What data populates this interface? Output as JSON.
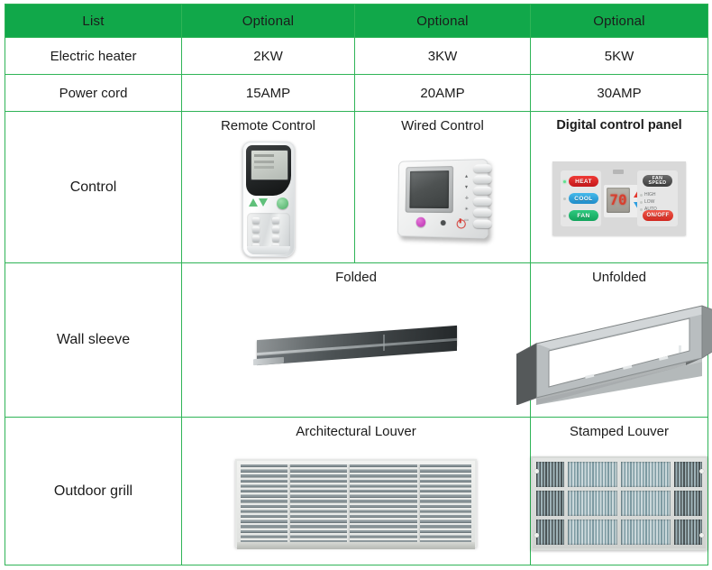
{
  "table": {
    "headers": [
      "List",
      "Optional",
      "Optional",
      "Optional"
    ],
    "rows": [
      {
        "label": "Electric heater",
        "values": [
          "2KW",
          "3KW",
          "5KW"
        ]
      },
      {
        "label": "Power cord",
        "values": [
          "15AMP",
          "20AMP",
          "30AMP"
        ]
      }
    ],
    "control_row": {
      "label": "Control",
      "options": [
        {
          "caption": "Remote Control",
          "bold": false
        },
        {
          "caption": "Wired Control",
          "bold": false
        },
        {
          "caption": "Digital control panel",
          "bold": true
        }
      ]
    },
    "wall_sleeve_row": {
      "label": "Wall sleeve",
      "options": [
        {
          "caption": "Folded"
        },
        {
          "caption": "Unfolded"
        }
      ]
    },
    "outdoor_grill_row": {
      "label": "Outdoor grill",
      "options": [
        {
          "caption": "Architectural Louver"
        },
        {
          "caption": "Stamped Louver"
        }
      ]
    }
  },
  "digital_panel": {
    "mode_buttons": [
      "HEAT",
      "COOL",
      "FAN"
    ],
    "temperature": "70",
    "fan_speed_label_line1": "FAN",
    "fan_speed_label_line2": "SPEED",
    "fan_speed_options": [
      "HIGH",
      "LOW",
      "AUTO"
    ],
    "power_button": "ON/OFF"
  },
  "colors": {
    "header_green": "#11a84a",
    "border_green": "#2fb457",
    "heat_red": "#ef3a36",
    "cool_blue": "#46b9ea",
    "fan_green": "#2fc97f",
    "onoff_red": "#f0584a",
    "display_red": "#d6402f",
    "text_dark": "#1b1b1b",
    "page_background": "#ffffff"
  }
}
